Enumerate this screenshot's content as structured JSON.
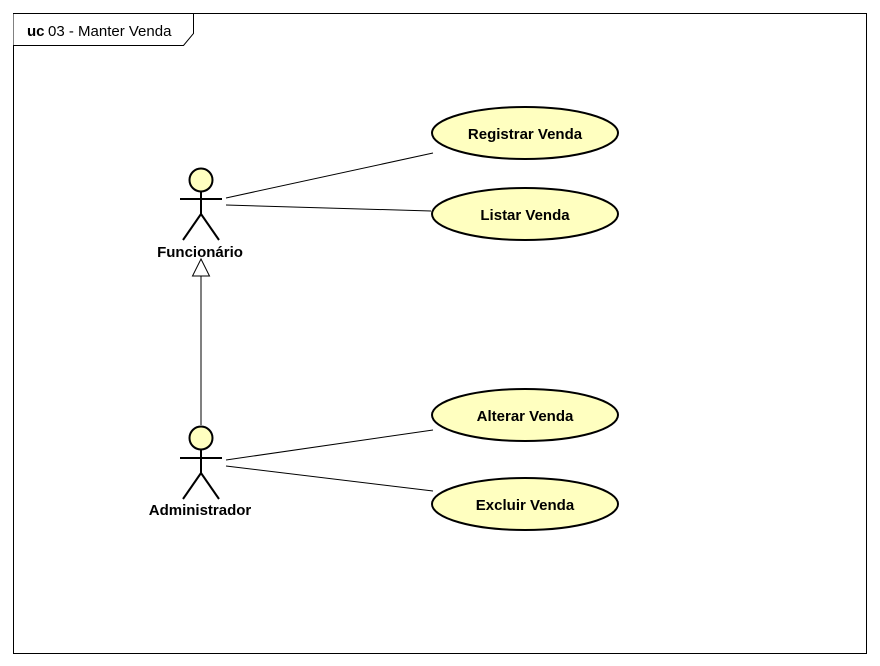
{
  "frame": {
    "keyword": "uc",
    "name": "03 - Manter Venda"
  },
  "actors": [
    {
      "id": "funcionario",
      "label": "Funcionário"
    },
    {
      "id": "administrador",
      "label": "Administrador"
    }
  ],
  "use_cases": [
    {
      "id": "registrar-venda",
      "label": "Registrar Venda"
    },
    {
      "id": "listar-venda",
      "label": "Listar Venda"
    },
    {
      "id": "alterar-venda",
      "label": "Alterar Venda"
    },
    {
      "id": "excluir-venda",
      "label": "Excluir Venda"
    }
  ],
  "associations": [
    {
      "actor": "funcionario",
      "use_case": "registrar-venda"
    },
    {
      "actor": "funcionario",
      "use_case": "listar-venda"
    },
    {
      "actor": "administrador",
      "use_case": "alterar-venda"
    },
    {
      "actor": "administrador",
      "use_case": "excluir-venda"
    }
  ],
  "generalizations": [
    {
      "child": "administrador",
      "parent": "funcionario"
    }
  ],
  "colors": {
    "use_case_fill": "#ffffc0",
    "actor_head_fill": "#ffffc0",
    "line": "#000000",
    "background": "#ffffff"
  }
}
